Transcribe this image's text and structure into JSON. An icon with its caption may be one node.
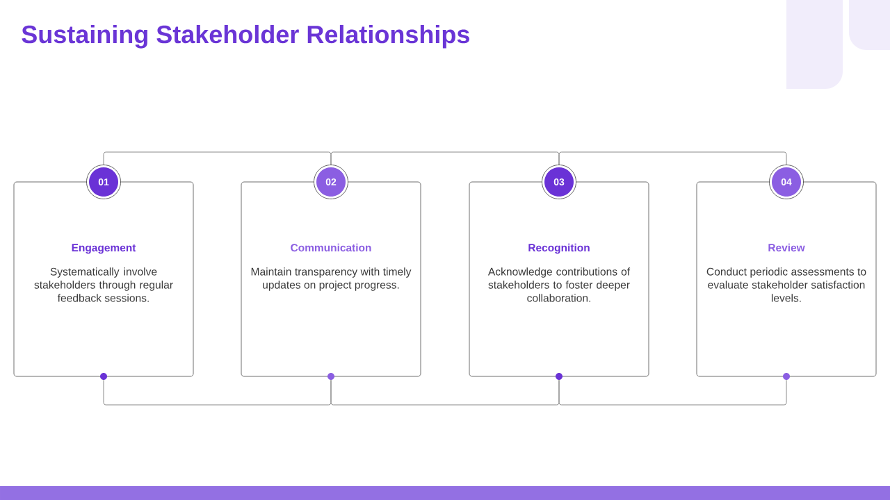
{
  "diagram": {
    "title": "Sustaining Stakeholder Relationships",
    "nodes": [
      {
        "text": [
          "01"
        ]
      },
      {
        "text": [
          "02"
        ]
      },
      {
        "text": [
          "03"
        ]
      },
      {
        "text": [
          "04"
        ]
      },
      {
        "text": [
          "Engagement",
          "Systematically involve stakeholders through regular feedback sessions."
        ]
      },
      {
        "text": [
          "Communication",
          "Maintain transparency with timely updates on project progress."
        ]
      },
      {
        "text": [
          "Recognition",
          "Acknowledge contributions of stakeholders to foster deeper collaboration."
        ]
      },
      {
        "text": [
          "Review",
          "Conduct periodic assessments to evaluate stakeholder satisfaction levels."
        ]
      },
      {
        "text": [],
        "shape": "circle"
      },
      {
        "text": [],
        "shape": "circle"
      },
      {
        "text": [],
        "shape": "circle"
      },
      {
        "text": [],
        "shape": "circle"
      }
    ],
    "edges": [
      {
        "from": 0,
        "to": 1,
        "arrow": "none"
      },
      {
        "from": 1,
        "to": 2,
        "arrow": "none"
      },
      {
        "from": 2,
        "to": 3,
        "arrow": "none"
      },
      {
        "from": 8,
        "to": 9,
        "arrow": "none"
      },
      {
        "from": 9,
        "to": 10,
        "arrow": "none"
      },
      {
        "from": 10,
        "to": 11,
        "arrow": "none"
      }
    ]
  }
}
